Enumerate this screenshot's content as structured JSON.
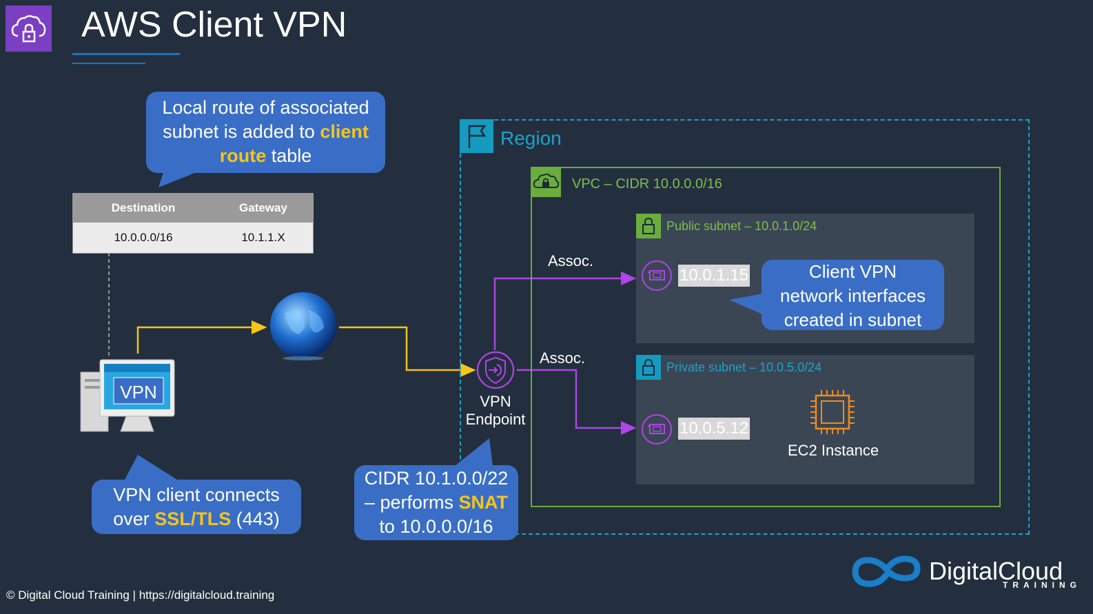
{
  "title": "AWS Client VPN",
  "colors": {
    "background": "#232f3e",
    "callout": "#3a6ec6",
    "highlight": "#f5c518",
    "region": "#1aa3c9",
    "vpc": "#6aad3d",
    "flow": "#f5c518",
    "assoc": "#b044e8",
    "title_icon": "#7b3fc4"
  },
  "callouts": {
    "route": {
      "line1": "Local route of associated",
      "line2a": "subnet is added to ",
      "line2b": "client",
      "line3a": "route",
      "line3b": " table"
    },
    "client": {
      "line1": "VPN client connects",
      "line2a": "over ",
      "line2b": "SSL/TLS",
      "line2c": " (443)"
    },
    "cidr": {
      "line1": "CIDR 10.1.0.0/22",
      "line2a": "– performs ",
      "line2b": "SNAT",
      "line3": "to 10.0.0.0/16"
    },
    "eni": {
      "line1": "Client VPN",
      "line2": "network interfaces",
      "line3": "created in subnet"
    }
  },
  "route_table": {
    "headers": [
      "Destination",
      "Gateway"
    ],
    "rows": [
      [
        "10.0.0.0/16",
        "10.1.1.X"
      ]
    ]
  },
  "client": {
    "screen_label": "VPN"
  },
  "region": {
    "label": "Region",
    "icon": "flag-icon"
  },
  "vpc": {
    "label": "VPC – CIDR 10.0.0.0/16",
    "icon": "cloud-lock-icon"
  },
  "public_subnet": {
    "label": "Public subnet – 10.0.1.0/24",
    "ip": "10.0.1.15",
    "icon": "lock-icon",
    "color": "#7cbf4a"
  },
  "private_subnet": {
    "label": "Private subnet – 10.0.5.0/24",
    "ip": "10.0.5.12",
    "icon": "lock-icon",
    "color": "#1aa3c9"
  },
  "endpoint": {
    "line1": "VPN",
    "line2": "Endpoint"
  },
  "assoc": {
    "upper": "Assoc.",
    "lower": "Assoc."
  },
  "ec2": {
    "label": "EC2 Instance",
    "icon": "chip-icon"
  },
  "footer": "© Digital Cloud Training  | https://digitalcloud.training",
  "logo": {
    "name": "DigitalCloud",
    "sub": "TRAINING"
  }
}
